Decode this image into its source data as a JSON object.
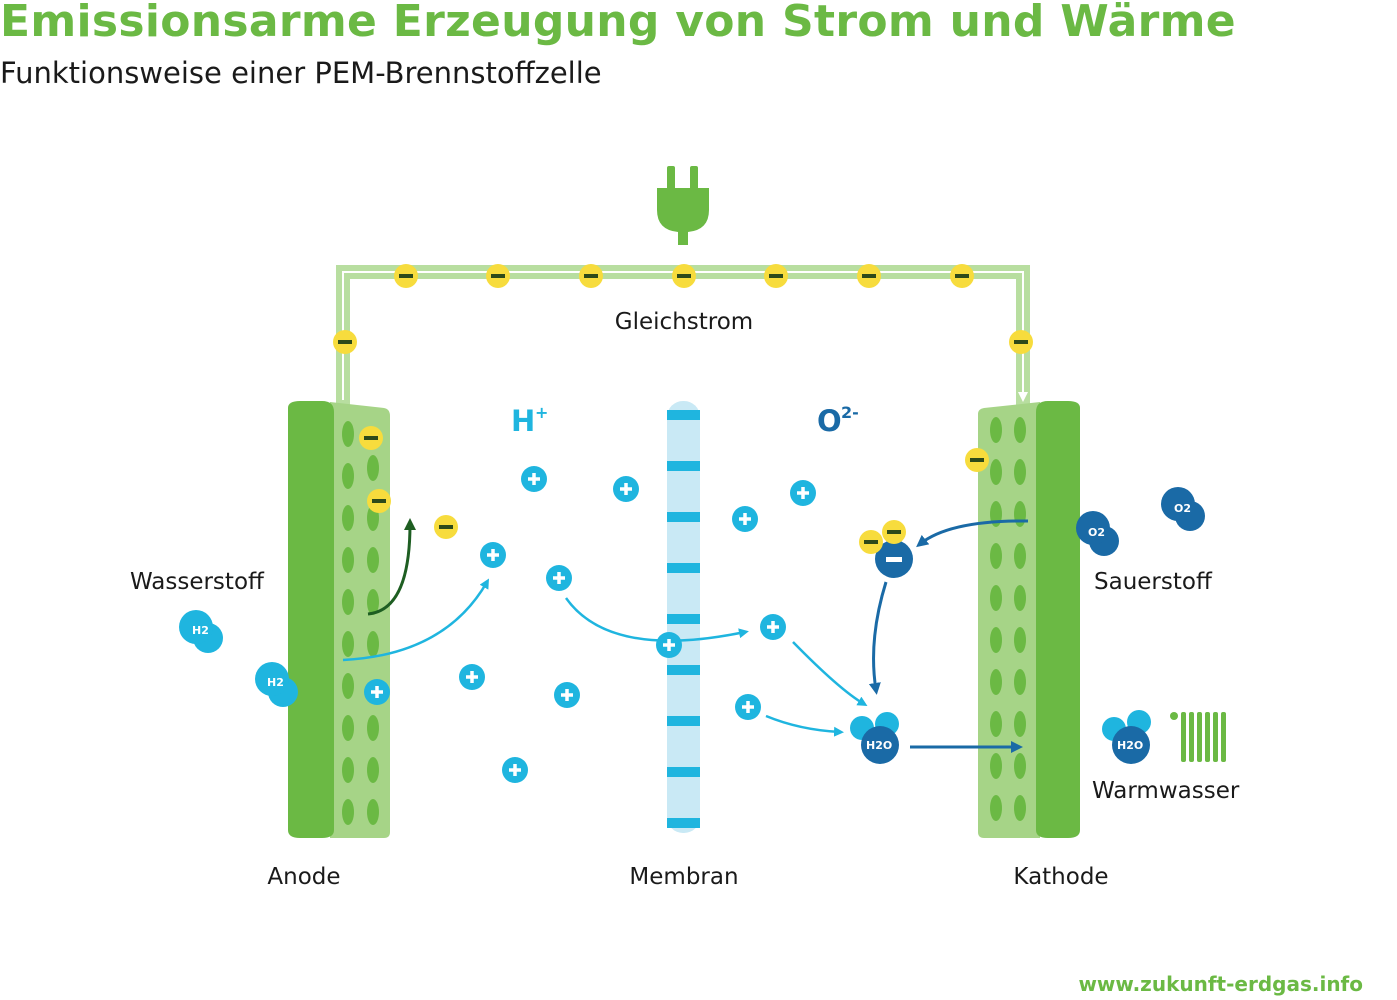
{
  "title": "Emissionsarme Erzeugung von Strom und Wärme",
  "subtitle": "Funktionsweise einer PEM-Brennstoffzelle",
  "website": "www.zukunft-erdgas.info",
  "labels": {
    "gleichstrom": "Gleichstrom",
    "wasserstoff": "Wasserstoff",
    "sauerstoff": "Sauerstoff",
    "warmwasser": "Warmwasser",
    "anode": "Anode",
    "membran": "Membran",
    "kathode": "Kathode",
    "h_ion": "H",
    "h_ion_charge": "+",
    "o_ion": "O",
    "o_ion_charge": "2-"
  },
  "molecules": {
    "h2": "H2",
    "o2": "O2",
    "h2o": "H2O"
  },
  "colors": {
    "green": "#6bb944",
    "light_green": "#a6d487",
    "cyan": "#1fb5df",
    "dark_blue": "#1a6aa6",
    "yellow": "#f7dc3d",
    "membrane": "#c9e9f5"
  },
  "icons": [
    "plug-icon",
    "radiator-icon",
    "electron-icon",
    "proton-icon"
  ]
}
